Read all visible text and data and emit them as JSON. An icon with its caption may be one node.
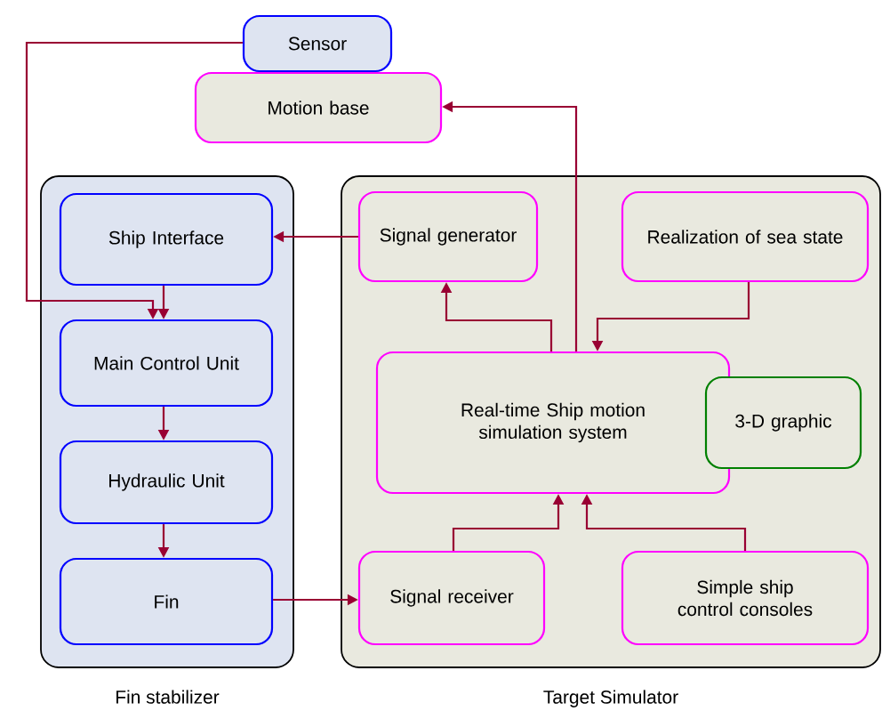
{
  "diagram": {
    "nodes": [
      {
        "text": [
          "Fin stabilizer"
        ]
      },
      {
        "text": [
          "Target Simulator"
        ]
      },
      {
        "text": [
          "Sensor"
        ]
      },
      {
        "text": [
          "Motion base"
        ]
      },
      {
        "text": [
          "Ship Interface"
        ],
        "in": 0
      },
      {
        "text": [
          "Main Control Unit"
        ],
        "in": 0
      },
      {
        "text": [
          "Hydraulic Unit"
        ],
        "in": 0
      },
      {
        "text": [
          "Fin"
        ],
        "in": 0
      },
      {
        "text": [
          "Signal generator"
        ],
        "in": 1
      },
      {
        "text": [
          "Realization of sea state"
        ],
        "in": 1
      },
      {
        "text": [
          "Real-time Ship motion simulation system"
        ],
        "in": 1
      },
      {
        "text": [
          "3-D graphic"
        ],
        "in": 1
      },
      {
        "text": [
          "Signal receiver"
        ],
        "in": 1
      },
      {
        "text": [
          "Simple ship control consoles"
        ],
        "in": 1
      }
    ],
    "edges": [
      {
        "from": 2,
        "to": 5,
        "arrow": "to"
      },
      {
        "from": 4,
        "to": 5,
        "arrow": "to"
      },
      {
        "from": 5,
        "to": 6,
        "arrow": "to"
      },
      {
        "from": 6,
        "to": 7,
        "arrow": "to"
      },
      {
        "from": 7,
        "to": 12,
        "arrow": "to"
      },
      {
        "from": 8,
        "to": 4,
        "arrow": "to"
      },
      {
        "from": 10,
        "to": 8,
        "arrow": "to"
      },
      {
        "from": 10,
        "to": 3,
        "arrow": "to"
      },
      {
        "from": 9,
        "to": 10,
        "arrow": "to"
      },
      {
        "from": 12,
        "to": 10,
        "arrow": "to"
      },
      {
        "from": 13,
        "to": 10,
        "arrow": "to"
      }
    ]
  }
}
